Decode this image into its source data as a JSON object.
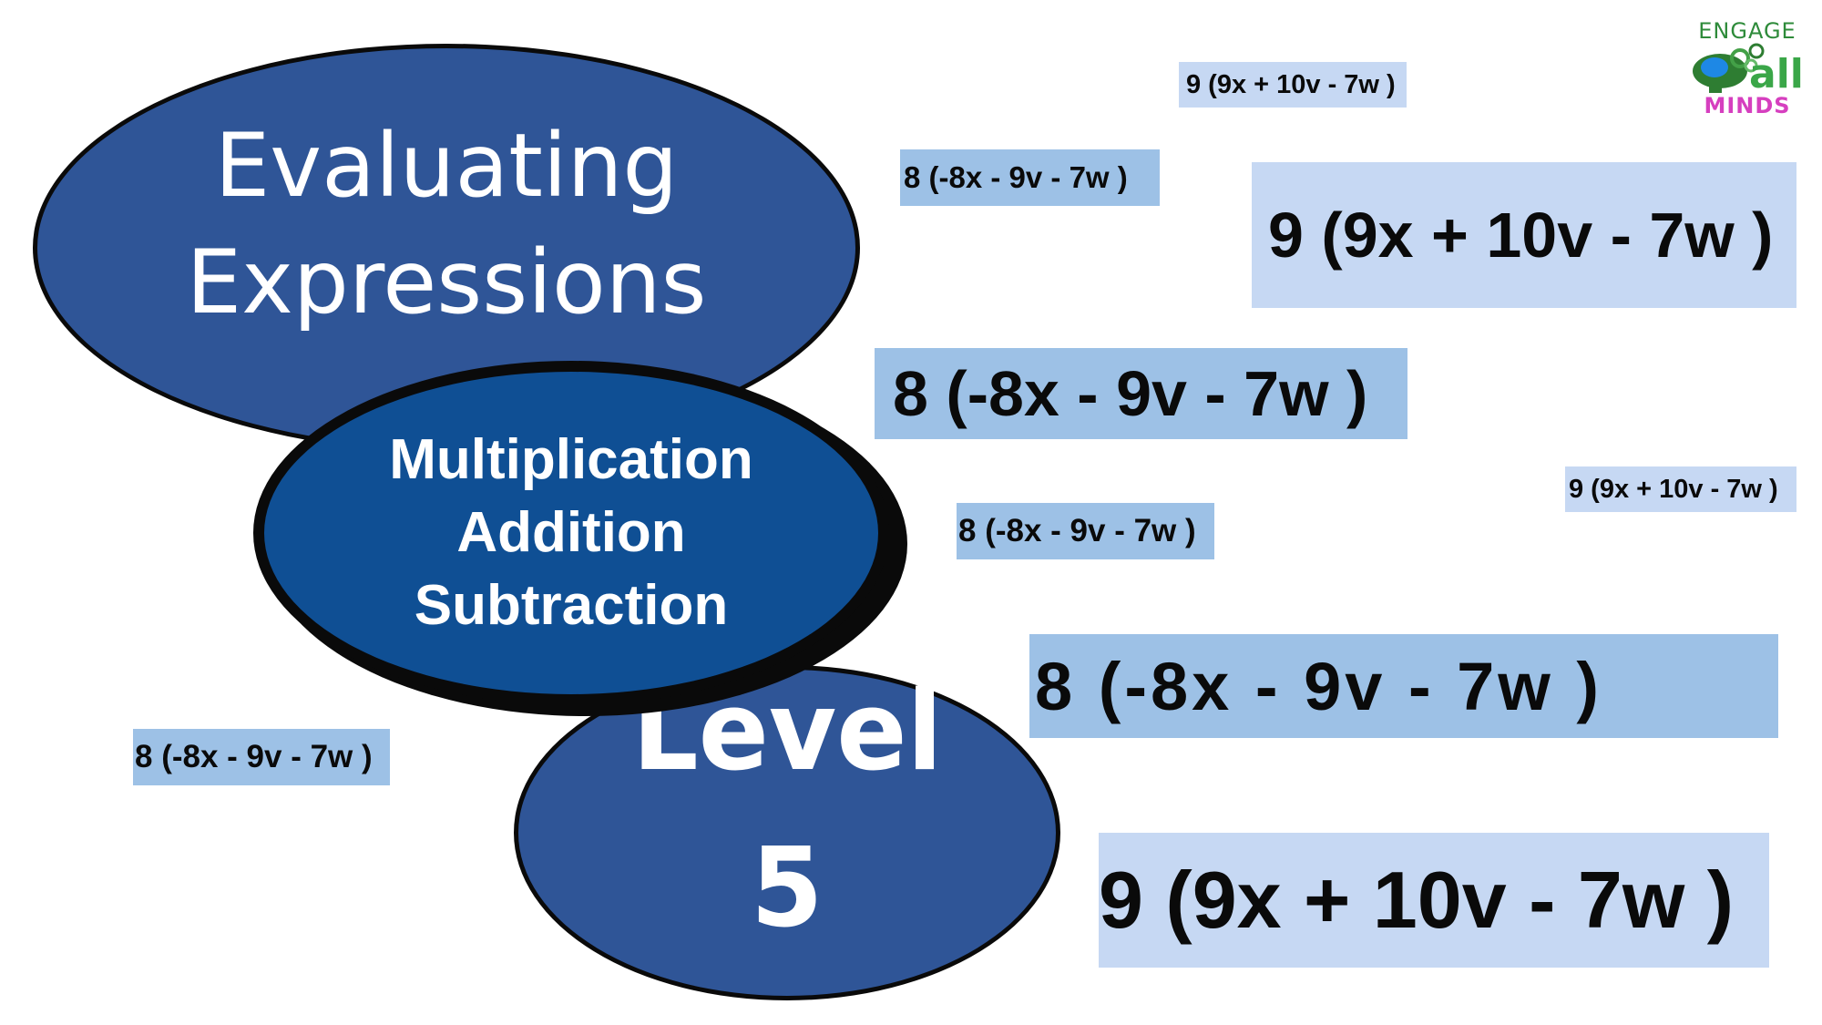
{
  "title_oval": {
    "lines": [
      "Evaluating",
      "Expressions"
    ],
    "fill": "#2f5597"
  },
  "operations_oval": {
    "lines": [
      "Multiplication",
      "Addition",
      "Subtraction"
    ],
    "fill": "#0f4f94"
  },
  "level_oval": {
    "lines": [
      "Level",
      "5"
    ],
    "fill": "#2f5597"
  },
  "expressions": {
    "e1": "9 (9x + 10v - 7w )",
    "e2": "8 (-8x - 9v - 7w )",
    "e3": "9 (9x + 10v - 7w )",
    "e4": "8 (-8x - 9v - 7w )",
    "e5": "9 (9x + 10v - 7w )",
    "e6": "8 (-8x - 9v - 7w )",
    "e7": "8 (-8x - 9v - 7w )",
    "e8": "8 (-8x - 9v - 7w )",
    "e9": "9 (9x + 10v - 7w )"
  },
  "colors": {
    "box_light": "#c6d8f3",
    "box_mid": "#9dc1e6",
    "oval_border": "#0a0a0a"
  },
  "logo": {
    "top_word": "ENGAGE",
    "middle_word": "all",
    "bottom_word": "MINDS",
    "icon": "brain-gears-icon"
  }
}
